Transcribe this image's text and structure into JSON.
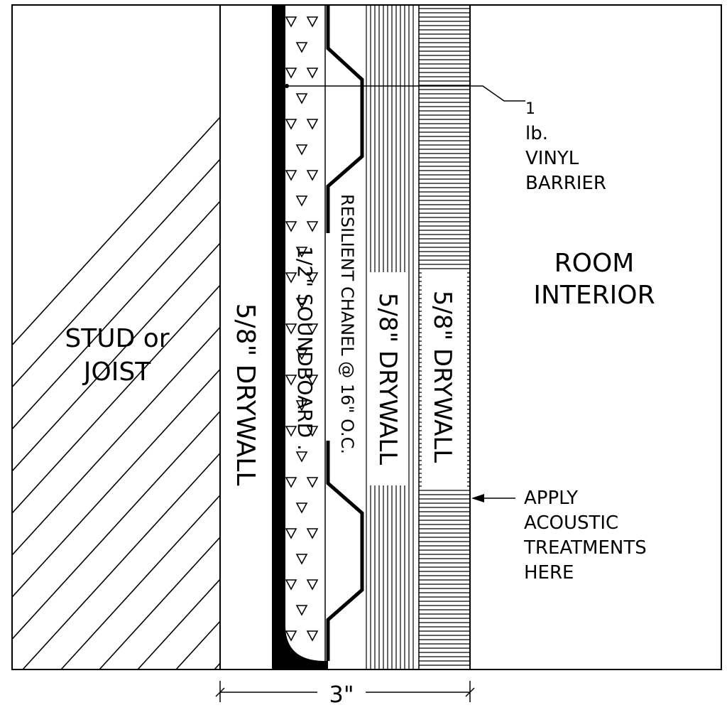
{
  "labels": {
    "stud_line1": "STUD or",
    "stud_line2": "JOIST",
    "drywall_1": "5/8\" DRYWALL",
    "soundboard": "1/2\" SOUNDBOARD .",
    "resilient": "RESILIENT CHANEL @ 16\" O.C.",
    "drywall_2": "5/8\" DRYWALL",
    "drywall_3": "5/8\" DRYWALL",
    "room_line1": "ROOM",
    "room_line2": "INTERIOR",
    "vinyl_num": "1",
    "vinyl_line1": "lb.",
    "vinyl_line2": "VINYL",
    "vinyl_line3": "BARRIER",
    "acoustic_line1": "APPLY",
    "acoustic_line2": "ACOUSTIC",
    "acoustic_line3": "TREATMENTS",
    "acoustic_line4": "HERE",
    "dimension": "3\""
  },
  "colors": {
    "ink": "#000000",
    "paper": "#ffffff"
  }
}
